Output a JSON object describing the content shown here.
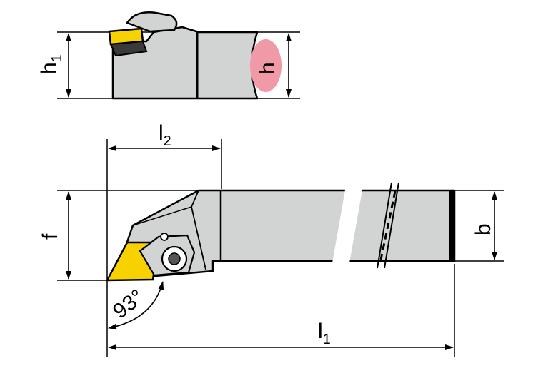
{
  "colors": {
    "holder_fill": "#d2d3d3",
    "insert_fill": "#f7d100",
    "h_ellipse_fill": "#ef9aa6",
    "line": "#000000",
    "background": "#ffffff"
  },
  "labels": {
    "h1_main": "h",
    "h1_sub": "1",
    "h": "h",
    "l2_main": "l",
    "l2_sub": "2",
    "f": "f",
    "b": "b",
    "l1_main": "l",
    "l1_sub": "1",
    "angle": "93°"
  }
}
